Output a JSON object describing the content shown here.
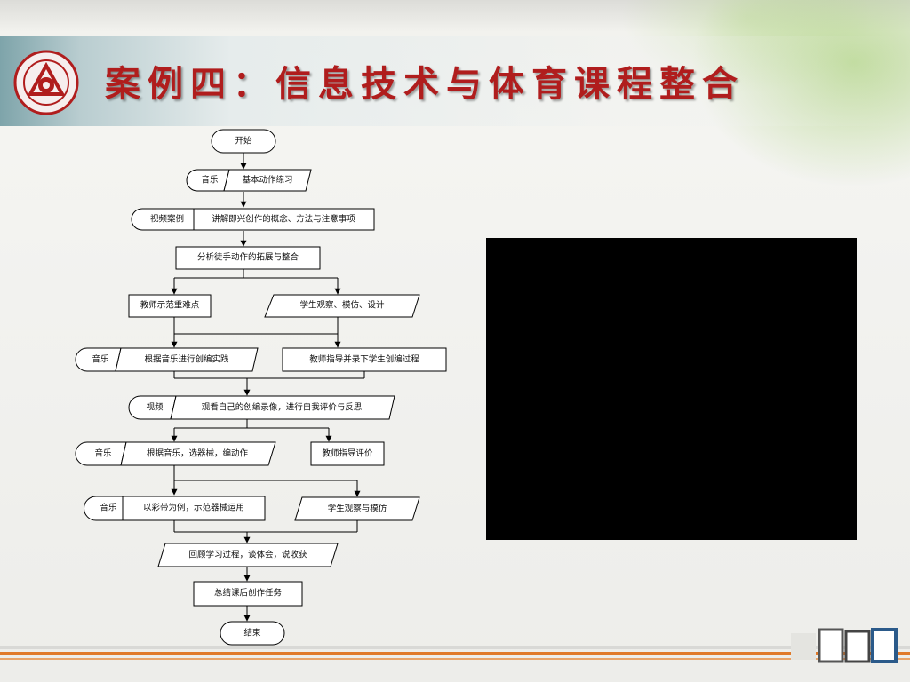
{
  "slide": {
    "title": "案例四：信息技术与体育课程整合",
    "colors": {
      "title": "#b01d1d",
      "accent_orange": "#e07a2a",
      "video_placeholder": "#000000"
    }
  },
  "flowchart": {
    "start": "开始",
    "step1_tag": "音乐",
    "step1": "基本动作练习",
    "step2_tag": "视频案例",
    "step2": "讲解即兴创作的概念、方法与注意事项",
    "step3": "分析徒手动作的拓展与整合",
    "step4_left": "教师示范重难点",
    "step4_right": "学生观察、模仿、设计",
    "step5_left_tag": "音乐",
    "step5_left": "根据音乐进行创编实践",
    "step5_right": "教师指导并录下学生创编过程",
    "step6_tag": "视频",
    "step6": "观看自己的创编录像，进行自我评价与反思",
    "step7_left_tag": "音乐",
    "step7_left": "根据音乐，选器械，编动作",
    "step7_right": "教师指导评价",
    "step8_left_tag": "音乐",
    "step8_left": "以彩带为例，示范器械运用",
    "step8_right": "学生观察与模仿",
    "step9": "回顾学习过程，谈体会，说收获",
    "step10": "总结课后创作任务",
    "end": "结束"
  }
}
